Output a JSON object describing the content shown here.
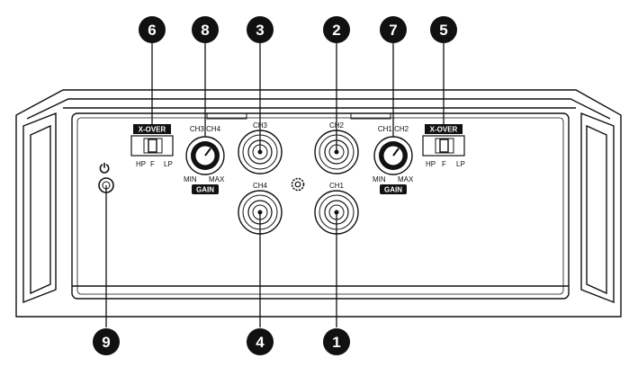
{
  "labels": {
    "x_over": "X-OVER",
    "hp": "HP",
    "f": "F",
    "lp": "LP",
    "min": "MIN",
    "max": "MAX",
    "gain": "GAIN",
    "ch1": "CH1",
    "ch2": "CH2",
    "ch3": "CH3",
    "ch4": "CH4",
    "ch1ch2": "CH1 CH2",
    "ch3ch4": "CH3 CH4",
    "power_symbol": "⏻"
  },
  "callouts": [
    "1",
    "2",
    "3",
    "4",
    "5",
    "6",
    "7",
    "8",
    "9"
  ],
  "colors": {
    "line": "#111111",
    "callout_fill": "#111111"
  }
}
